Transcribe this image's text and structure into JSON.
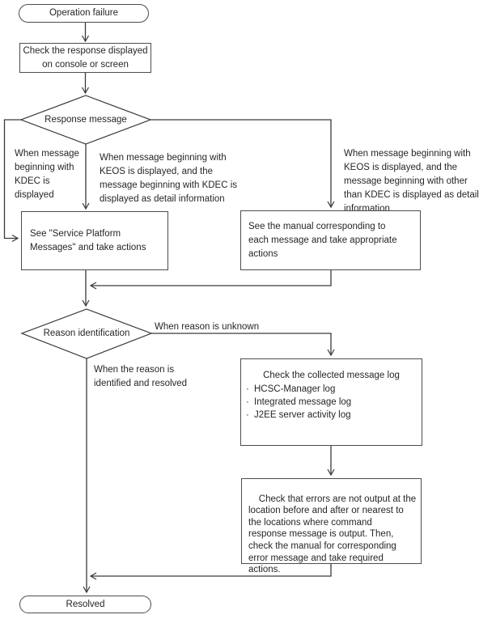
{
  "nodes": {
    "start": {
      "label": "Operation failure"
    },
    "check_response": {
      "label": "Check the response displayed\non console or screen"
    },
    "response_message": {
      "label": "Response message"
    },
    "service_platform": {
      "label": "See \"Service Platform\nMessages\" and take actions"
    },
    "see_manual": {
      "label": "See the manual corresponding to\neach message and take appropriate\nactions"
    },
    "reason_identification": {
      "label": "Reason identification"
    },
    "message_log": {
      "title": "Check the collected message log",
      "bullet": "·",
      "items": [
        "HCSC-Manager log",
        "Integrated message log",
        "J2EE server activity log"
      ]
    },
    "check_errors": {
      "label": "Check that errors are not output at the\nlocation before and after or nearest to\nthe locations where command\nresponse message is output. Then,\ncheck the manual for corresponding\nerror message and take required\nactions."
    },
    "resolved": {
      "label": "Resolved"
    }
  },
  "edge_labels": {
    "kdec": "When message\nbeginning with\nKDEC is\ndisplayed",
    "keos_kdec": "When message beginning with\nKEOS is displayed, and the\nmessage beginning with KDEC is\ndisplayed as detail information",
    "keos_other": "When message beginning with\nKEOS is displayed, and the\nmessage beginning with other\nthan KDEC is displayed as detail\ninformation",
    "reason_unknown": "When reason is unknown",
    "reason_identified": "When the reason is\nidentified and resolved"
  },
  "colors": {
    "line": "#3a3a3a",
    "box_border": "#4d4d4d",
    "text": "#262626",
    "background": "#ffffff"
  }
}
